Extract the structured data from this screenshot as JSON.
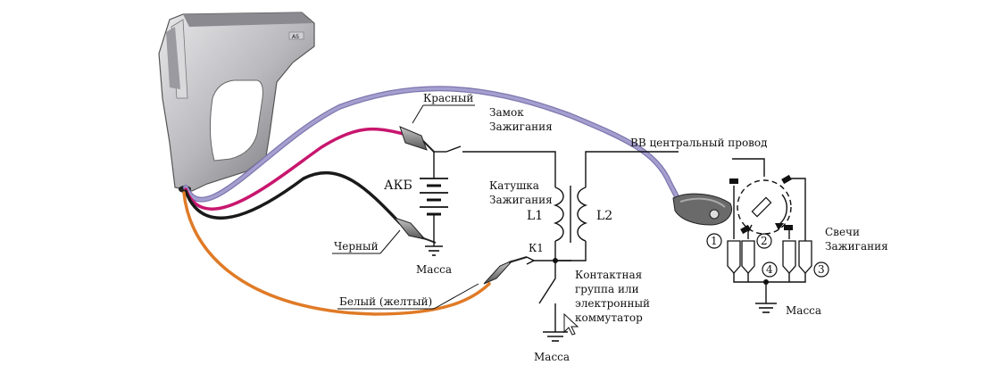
{
  "labels": {
    "red": "Красный",
    "black": "Черный",
    "white": "Белый (желтый)",
    "lock_line1": "Замок",
    "lock_line2": "Зажигания",
    "battery": "АКБ",
    "coil_line1": "Катушка",
    "coil_line2": "Зажигания",
    "l1": "L1",
    "l2": "L2",
    "k1": "К1",
    "hv_wire": "ВВ центральный провод",
    "plugs_line1": "Свечи",
    "plugs_line2": "Зажигания",
    "mass_battery": "Масса",
    "mass_contact": "Масса",
    "mass_plugs": "Масса",
    "contact_line1": "Контактная",
    "contact_line2": "группа или",
    "contact_line3": "электронный",
    "contact_line4": "коммутатор"
  },
  "cylinders": [
    "1",
    "2",
    "3",
    "4"
  ],
  "device_brand": "AS",
  "colors": {
    "red_wire": "#c8166e",
    "black_wire": "#1a1a1a",
    "white_wire": "#e07a26",
    "hv_wire": "#9a93c4",
    "device_body": "#b8b8bc",
    "clip": "#6a6a6a"
  }
}
